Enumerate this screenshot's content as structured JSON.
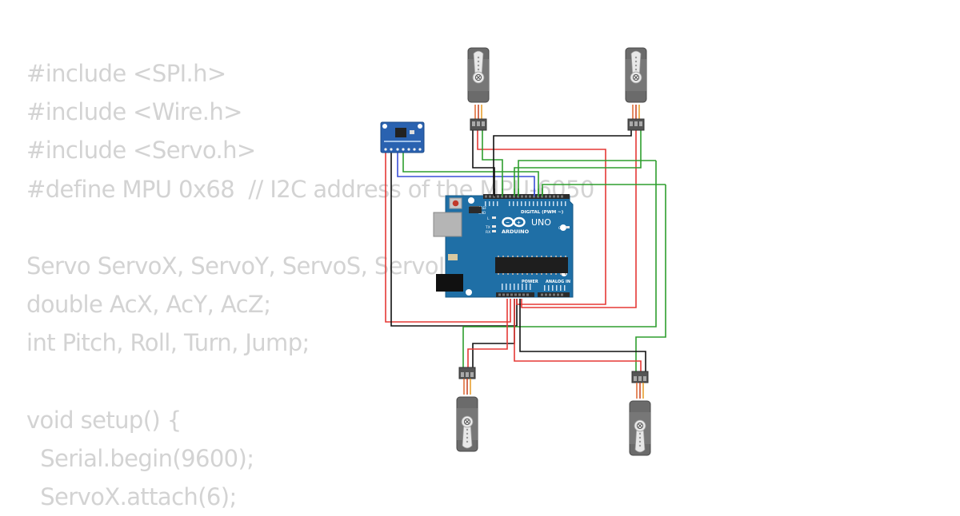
{
  "code_lines": [
    "#include <SPI.h>",
    "#include <Wire.h>",
    "#include <Servo.h>",
    "#define MPU 0x68  // I2C address of the MPU-6050",
    "",
    "Servo ServoX, ServoY, ServoS, ServoJ;",
    "double AcX, AcY, AcZ;",
    "int Pitch, Roll, Turn, Jump;",
    "",
    "void setup() {",
    "  Serial.begin(9600);",
    "  ServoX.attach(6);"
  ],
  "board": {
    "logo": "UNO",
    "brand": "ARDUINO",
    "digital_header": "DIGITAL (PWM ~)",
    "power_header": "POWER",
    "analog_header": "ANALOG IN",
    "on_label": "ON",
    "l_label": "L",
    "tx_label": "TX",
    "rx_label": "RX",
    "aref_label": "AREF",
    "gnd_label": "GND"
  },
  "colors": {
    "board": "#1f6fa6",
    "wire_black": "#111111",
    "wire_red": "#e53935",
    "wire_green": "#2e9e2e",
    "wire_blue": "#3a4fd6",
    "servo_body": "#666666",
    "code_text": "#d3d3d3"
  }
}
